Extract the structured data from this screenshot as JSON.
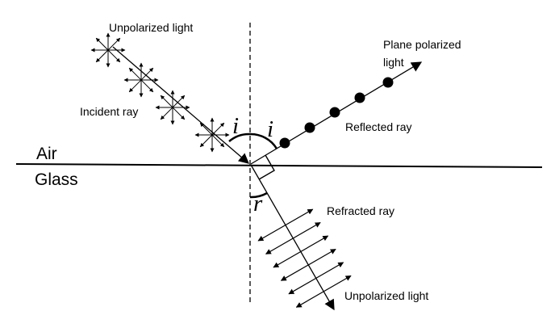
{
  "labels": {
    "unpolarized_incident": "Unpolarized light",
    "incident_ray": "Incident ray",
    "plane_polarized_line1": "Plane polarized",
    "plane_polarized_line2": "light",
    "reflected_ray": "Reflected ray",
    "refracted_ray": "Refracted ray",
    "unpolarized_refracted": "Unpolarized light",
    "air": "Air",
    "glass": "Glass",
    "angle_incidence_left": "i",
    "angle_incidence_right": "i",
    "angle_refraction": "r"
  }
}
